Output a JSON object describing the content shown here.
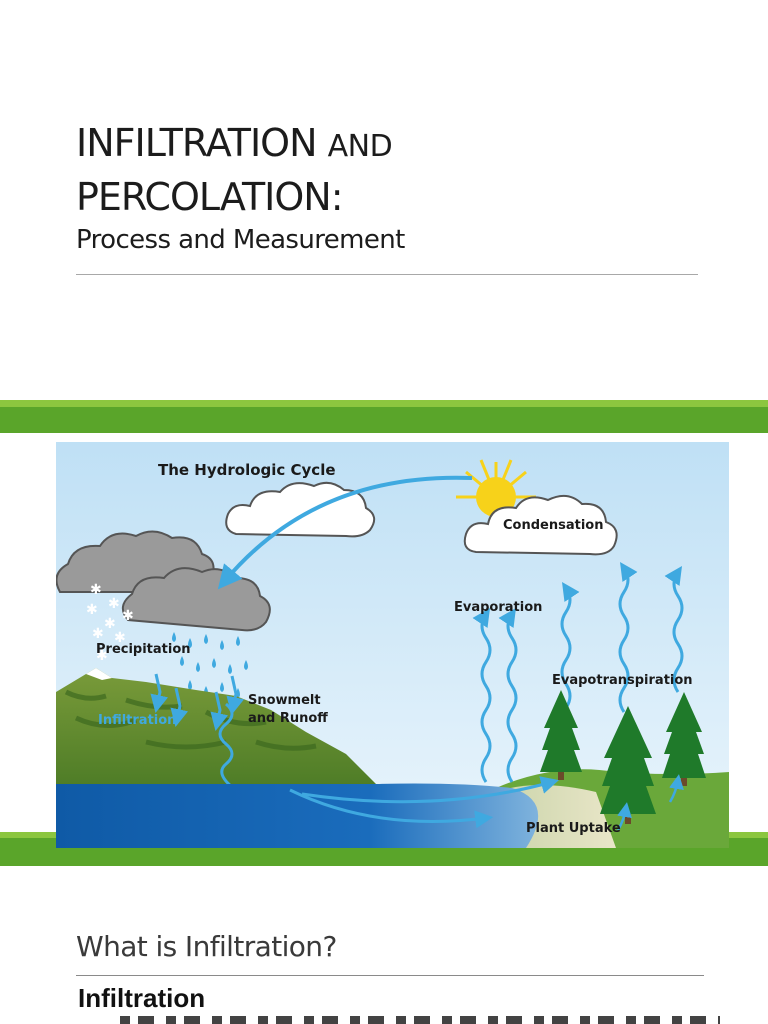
{
  "slide": {
    "title_line1_main": "INFILTRATION",
    "title_line1_small": "AND",
    "title_line2": "PERCOLATION:",
    "subtitle": "Process and Measurement"
  },
  "diagram": {
    "title": "The Hydrologic Cycle",
    "labels": {
      "condensation": "Condensation",
      "evaporation": "Evaporation",
      "precipitation": "Precipitation",
      "evapotranspiration": "Evapotranspiration",
      "snowmelt_line1": "Snowmelt",
      "snowmelt_line2": "and Runoff",
      "infiltration": "Infiltration",
      "plant_uptake": "Plant Uptake"
    },
    "colors": {
      "sky_top": "#bfe0f5",
      "sky_bottom": "#e6f3fb",
      "water": "#1466b4",
      "arrow": "#3fa9e0",
      "sun": "#f7d21a",
      "grass": "#5a9a2e",
      "tree": "#1f7a2a"
    }
  },
  "section": {
    "heading": "What is Infiltration?",
    "term": "Infiltration"
  },
  "theme": {
    "accent_green": "#5aa52a",
    "accent_light_green": "#8cc63f"
  }
}
